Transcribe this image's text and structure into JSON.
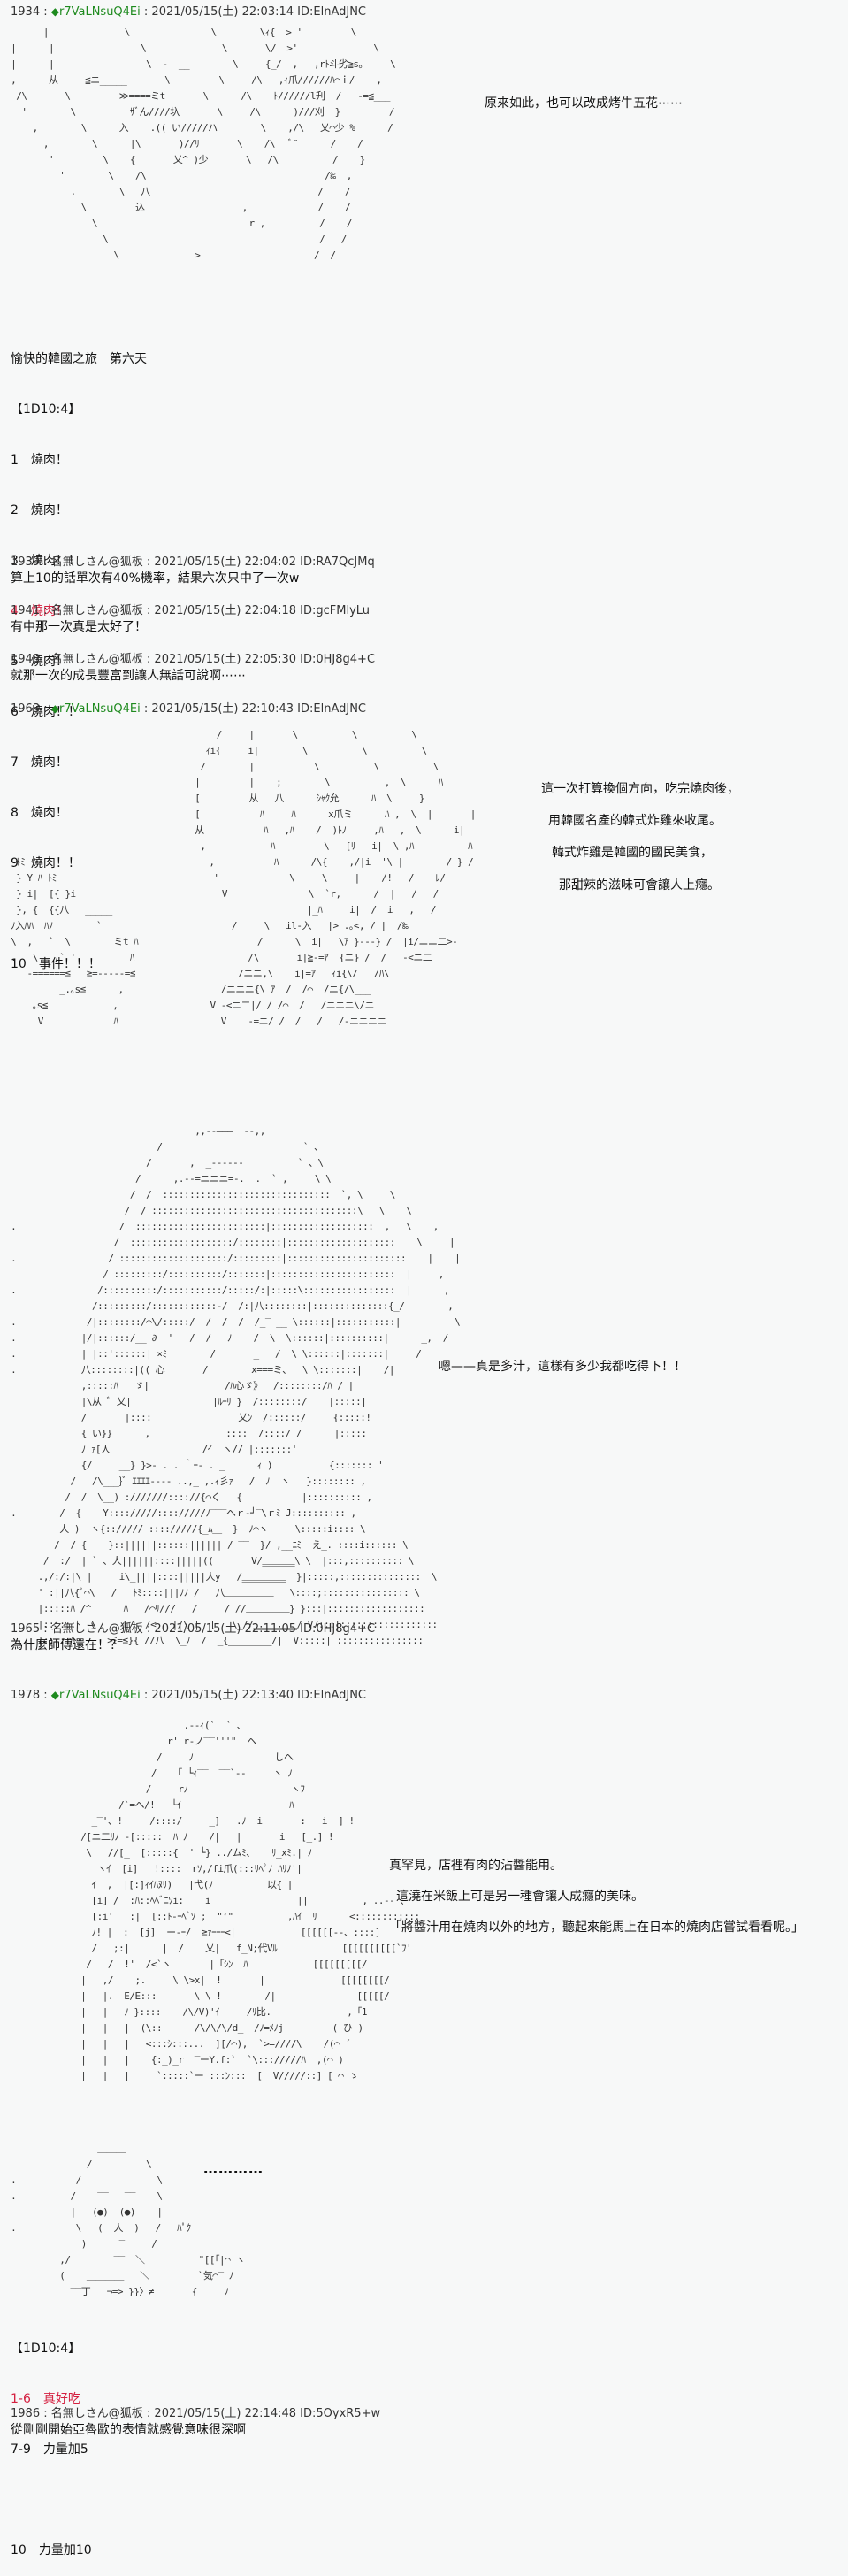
{
  "posts": [
    {
      "number": "1934",
      "name_type": "trip",
      "trip": "r7VaLNsuQ4Ei",
      "datetime": "2021/05/15(土) 22:03:14",
      "id": "ID:ElnAdJNC",
      "dialogue": [
        "原來如此，也可以改成烤牛五花⋯⋯"
      ],
      "text_lines": [
        "愉快的韓國之旅　第六天",
        "【1D10:4】",
        "1　燒肉！",
        "2　燒肉！",
        "3　燒肉！！",
        "4　燒肉！",
        "5　燒肉！",
        "6　燒肉！！",
        "7　燒肉！",
        "8　燒肉！",
        "9　燒肉！！",
        "",
        "10　事件！！！"
      ],
      "highlight_line_index": 5
    },
    {
      "number": "1939",
      "name": "名無しさん@狐板",
      "datetime": "2021/05/15(土) 22:04:02",
      "id": "ID:RA7QcJMq",
      "body": "算上10的話單次有40%機率，結果六次只中了一次w"
    },
    {
      "number": "1941",
      "name": "名無しさん@狐板",
      "datetime": "2021/05/15(土) 22:04:18",
      "id": "ID:gcFMlyLu",
      "body": "有中那一次真是太好了！"
    },
    {
      "number": "1948",
      "name": "名無しさん@狐板",
      "datetime": "2021/05/15(土) 22:05:30",
      "id": "ID:0HJ8g4+C",
      "body": "就那一次的成長豐富到讓人無話可說啊⋯⋯"
    },
    {
      "number": "1963",
      "name_type": "trip",
      "trip": "r7VaLNsuQ4Ei",
      "datetime": "2021/05/15(土) 22:10:43",
      "id": "ID:ElnAdJNC",
      "dialogue": [
        "這一次打算換個方向，吃完燒肉後，",
        "用韓國名產的韓式炸雞來收尾。",
        "韓式炸雞是韓國的國民美食，",
        "那甜辣的滋味可會讓人上癮。"
      ],
      "dialogue_2": [
        "嗯——真是多汁，這樣有多少我都吃得下！！"
      ]
    },
    {
      "number": "1965",
      "name": "名無しさん@狐板",
      "datetime": "2021/05/15(土) 22:11:05",
      "id": "ID:0HJ8g4+C",
      "body": "為什麼師傅還在！？"
    },
    {
      "number": "1978",
      "name_type": "trip",
      "trip": "r7VaLNsuQ4Ei",
      "datetime": "2021/05/15(土) 22:13:40",
      "id": "ID:ElnAdJNC",
      "dialogue": [
        "真罕見，店裡有肉的沾醬能用。",
        "這澆在米飯上可是另一種會讓人成癮的美味。",
        "「將醬汁用在燒肉以外的地方，聽起來能馬上在日本的燒肉店嘗試看看呢。」"
      ],
      "ellipsis": "…………",
      "sfx": "パク",
      "text_lines": [
        "【1D10:4】",
        "1-6　真好吃",
        "7-9　力量加5",
        "",
        "10　力量加10"
      ],
      "highlight_line_index": 1
    },
    {
      "number": "1986",
      "name": "名無しさん@狐板",
      "datetime": "2021/05/15(土) 22:14:48",
      "id": "ID:5OyxR5+w",
      "body": "從剛剛開始亞魯歐的表情就感覺意味很深啊"
    }
  ],
  "separator": " : ",
  "diamond": "◆",
  "colors": {
    "trip": "#1e8a1e",
    "highlight": "#d42040",
    "background": "#f7f8f8"
  }
}
